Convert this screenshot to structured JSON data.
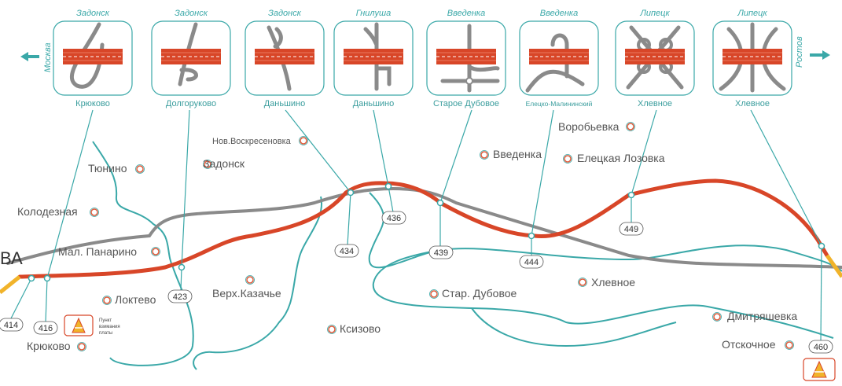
{
  "directions": {
    "left": "Москва",
    "right": "Ростов",
    "arrow_color": "#3aa8a8"
  },
  "colors": {
    "road_main": "#d84628",
    "road_old": "#8a8a8a",
    "river": "#3aa8a8",
    "toll_section": "#f1b32a",
    "leader": "#3aa8a8"
  },
  "interchanges": [
    {
      "top": "Задонск",
      "bottom": "Крюково",
      "icon": "interchange-trumpet-icon"
    },
    {
      "top": "Задонск",
      "bottom": "Долгоруково",
      "icon": "interchange-loop-icon"
    },
    {
      "top": "Задонск",
      "bottom": "Даньшино",
      "icon": "interchange-ramp-icon"
    },
    {
      "top": "Гнилуша",
      "bottom": "Даньшино",
      "icon": "interchange-diamond-icon"
    },
    {
      "top": "Введенка",
      "bottom": "Старое Дубовое",
      "icon": "interchange-roundabout-icon"
    },
    {
      "top": "Введенка",
      "bottom": "Елецко-Малининский",
      "icon": "interchange-overpass-icon"
    },
    {
      "top": "Липецк",
      "bottom": "Хлевное",
      "icon": "interchange-cloverleaf-icon"
    },
    {
      "top": "Липецк",
      "bottom": "Хлевное",
      "icon": "interchange-directional-icon"
    }
  ],
  "km_markers": [
    {
      "label": "414"
    },
    {
      "label": "416"
    },
    {
      "label": "423"
    },
    {
      "label": "434"
    },
    {
      "label": "436"
    },
    {
      "label": "439"
    },
    {
      "label": "444"
    },
    {
      "label": "449"
    },
    {
      "label": "460"
    }
  ],
  "towns": [
    {
      "name": "Тюнино"
    },
    {
      "name": "Нов.Воскресеновка"
    },
    {
      "name": "Задонск"
    },
    {
      "name": "Колодезная"
    },
    {
      "name": "Мал. Панарино"
    },
    {
      "name": "Локтево"
    },
    {
      "name": "Верх.Казачье"
    },
    {
      "name": "Ксизово"
    },
    {
      "name": "Крюково"
    },
    {
      "name": "Введенка"
    },
    {
      "name": "Воробьевка"
    },
    {
      "name": "Елецкая Лозовка"
    },
    {
      "name": "Стар. Дубовое"
    },
    {
      "name": "Хлевное"
    },
    {
      "name": "Дмитряшевка"
    },
    {
      "name": "Отскочное"
    }
  ],
  "legend": {
    "toll_line1": "Пункт",
    "toll_line2": "взимания",
    "toll_line3": "платы"
  },
  "edge_label": "ВА"
}
